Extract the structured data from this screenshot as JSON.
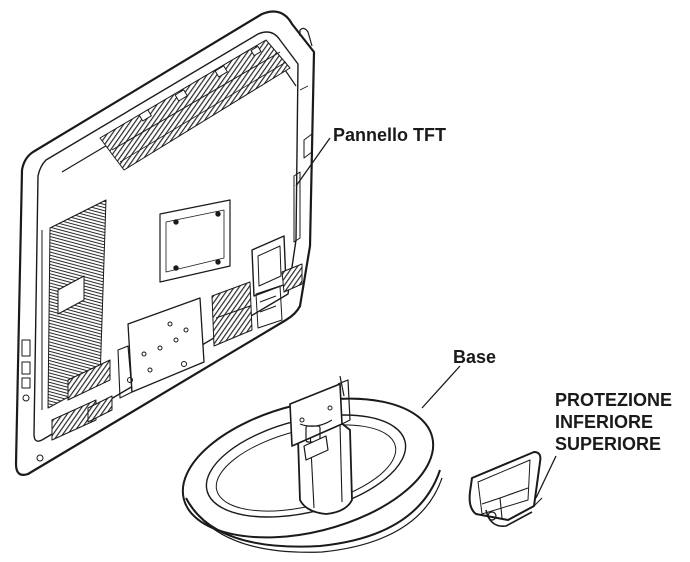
{
  "labels": {
    "panel": "Pannello TFT",
    "base": "Base",
    "cover": [
      "PROTEZIONE",
      "INFERIORE",
      "SUPERIORE"
    ]
  },
  "colors": {
    "line": "#1a1a1a",
    "hatch": "#2a2a2a",
    "background": "#ffffff"
  }
}
